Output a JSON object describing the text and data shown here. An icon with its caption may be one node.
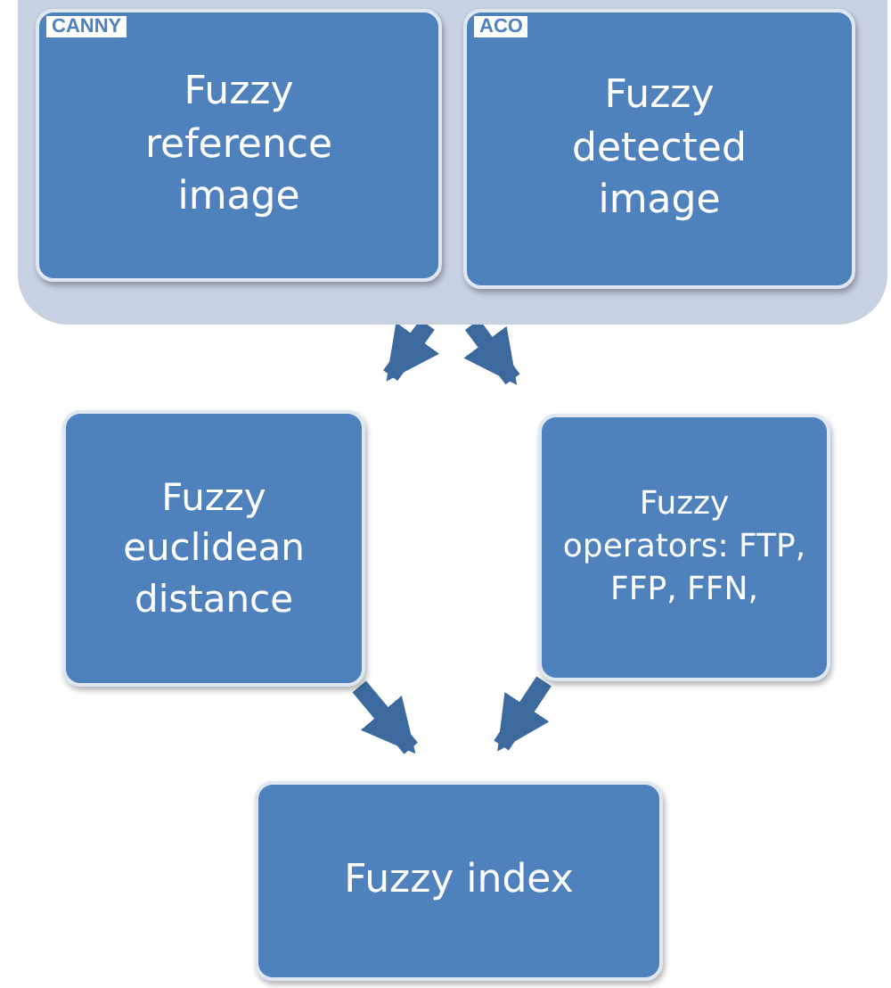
{
  "diagram": {
    "nodes": [
      {
        "text": [],
        "shape": "box"
      },
      {
        "text": [
          "CANNY",
          "Fuzzy reference image"
        ],
        "in": 0
      },
      {
        "text": [
          "ACO",
          "Fuzzy detected image"
        ],
        "in": 0
      },
      {
        "text": [
          "Fuzzy euclidean distance"
        ]
      },
      {
        "text": [
          "Fuzzy operators: FTP, FFP, FFN,"
        ]
      },
      {
        "text": [
          "Fuzzy index"
        ]
      }
    ],
    "edges": [
      {
        "from": 0,
        "to": 3,
        "arrow": "to"
      },
      {
        "from": 0,
        "to": 4,
        "arrow": "to"
      },
      {
        "from": 3,
        "to": 5,
        "arrow": "to"
      },
      {
        "from": 4,
        "to": 5,
        "arrow": "to"
      }
    ]
  }
}
